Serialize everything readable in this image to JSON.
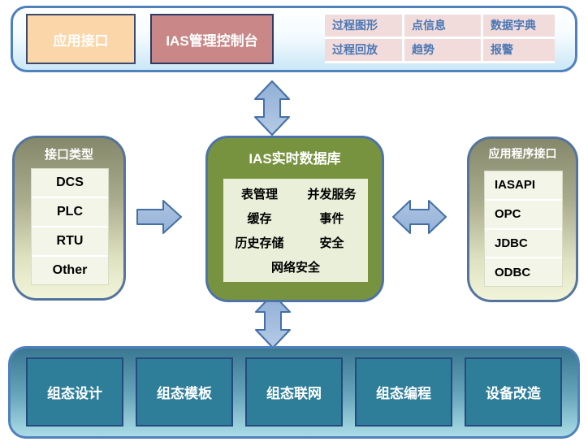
{
  "top_panel": {
    "app_interface_label": "应用接口",
    "console_label": "IAS管理控制台",
    "grid": [
      [
        "过程图形",
        "点信息",
        "数据字典"
      ],
      [
        "过程回放",
        "趋势",
        "报警"
      ]
    ]
  },
  "left_panel": {
    "title": "接口类型",
    "items": [
      "DCS",
      "PLC",
      "RTU",
      "Other"
    ]
  },
  "center_panel": {
    "title": "IAS实时数据库",
    "rows": [
      [
        "表管理",
        "并发服务"
      ],
      [
        "缓存",
        "事件"
      ],
      [
        "历史存储",
        "安全"
      ]
    ],
    "bottom_item": "网络安全"
  },
  "right_panel": {
    "title": "应用程序接口",
    "items": [
      "IASAPI",
      "OPC",
      "JDBC",
      "ODBC"
    ]
  },
  "bottom_panel": {
    "items": [
      "组态设计",
      "组态模板",
      "组态联网",
      "组态编程",
      "设备改造"
    ]
  },
  "icons": {
    "top_connector": "up-down-arrow",
    "bottom_connector": "up-down-arrow",
    "left_connector": "right-arrow",
    "right_connector": "left-right-arrow"
  },
  "colors": {
    "panel_border_blue": "#4f81bd",
    "arrow_fill_light": "#b6cae6",
    "arrow_fill_dark": "#93b1d7",
    "arrow_border": "#4470a6",
    "app_interface_fill": "#fbd6a9",
    "console_fill": "#c98787",
    "grid_cell_fill": "#f2dcdb",
    "grid_text": "#4a77b4",
    "center_fill": "#78933f",
    "center_inner_fill": "#e9efd9",
    "side_list_cell": "#f3f5e8",
    "teal_box_fill": "#2e7e9a",
    "teal_box_border": "#26497e"
  }
}
